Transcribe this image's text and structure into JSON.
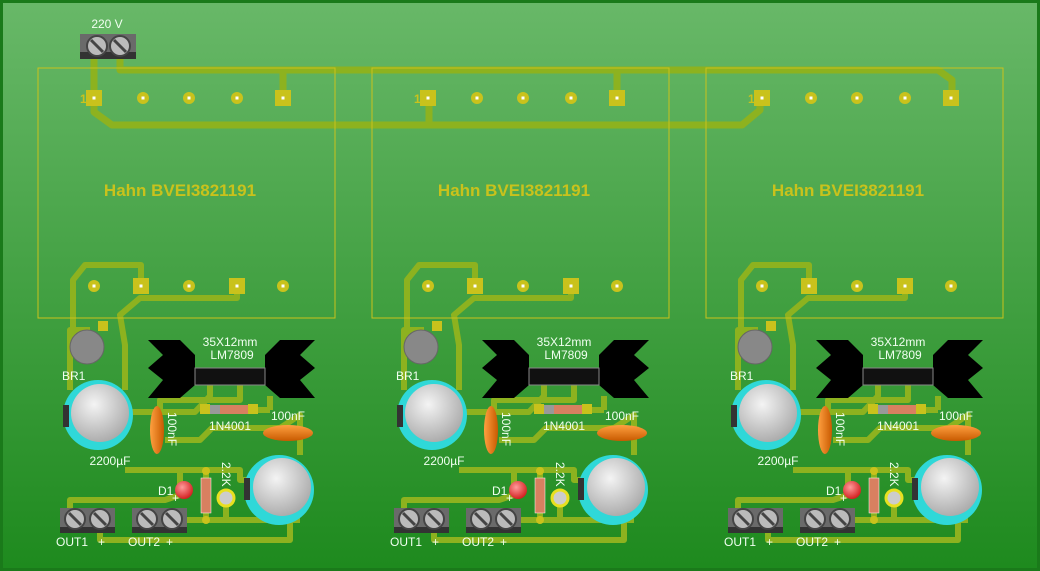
{
  "power_input": {
    "label": "220 V"
  },
  "colors": {
    "board_top": "#68b868",
    "board_bottom": "#1e8a1e",
    "trace": "#8db21f",
    "silk": "#c9c21c",
    "cap_ring": "#2fd8d8",
    "led": "#e03030",
    "electrolytic_cap": "#d0d0d0"
  },
  "modules": [
    {
      "transformer": "Hahn  BVEI3821191",
      "pin1": "1",
      "bridge": "BR1",
      "heatsink": "35X12mm",
      "regulator": "LM7809",
      "diode": "1N4001",
      "cap_in": "2200µF",
      "cap_a": "100nF",
      "cap_b": "100nF",
      "led": "D1",
      "resistor": "2.2K",
      "out1": "OUT1",
      "out2": "OUT2",
      "plus": "+"
    },
    {
      "transformer": "Hahn  BVEI3821191",
      "pin1": "1",
      "bridge": "BR1",
      "heatsink": "35X12mm",
      "regulator": "LM7809",
      "diode": "1N4001",
      "cap_in": "2200µF",
      "cap_a": "100nF",
      "cap_b": "100nF",
      "led": "D1",
      "resistor": "2.2K",
      "out1": "OUT1",
      "out2": "OUT2",
      "plus": "+"
    },
    {
      "transformer": "Hahn  BVEI3821191",
      "pin1": "1",
      "bridge": "BR1",
      "heatsink": "35X12mm",
      "regulator": "LM7809",
      "diode": "1N4001",
      "cap_in": "2200µF",
      "cap_a": "100nF",
      "cap_b": "100nF",
      "led": "D1",
      "resistor": "2.2K",
      "out1": "OUT1",
      "out2": "OUT2",
      "plus": "+"
    }
  ]
}
